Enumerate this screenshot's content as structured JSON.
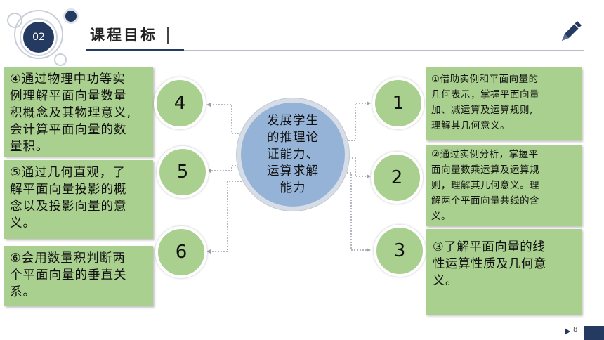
{
  "header": {
    "badge": "02",
    "title": "课程目标"
  },
  "center": {
    "lines": [
      "发展学生",
      "的推理论",
      "证能力、",
      "运算求解",
      "能力"
    ]
  },
  "left_items": [
    {
      "number": "4",
      "lines": [
        "④通过物理中功等实",
        "例理解平面向量数量",
        "积概念及其物理意义,",
        "会计算平面向量的数",
        "量积。"
      ]
    },
    {
      "number": "5",
      "lines": [
        "⑤通过几何直观，了",
        "解平面向量投影的概",
        "念以及投影向量的意",
        "义。"
      ]
    },
    {
      "number": "6",
      "lines": [
        "⑥会用数量积判断两",
        "个平面向量的垂直关",
        "系。"
      ]
    }
  ],
  "right_items": [
    {
      "number": "1",
      "lines": [
        "①借助实例和平面向量的",
        "几何表示，掌握平面向量",
        "加、减运算及运算规则,",
        "理解其几何意义。"
      ]
    },
    {
      "number": "2",
      "lines": [
        "②通过实例分析，掌握平",
        "面向量数乘运算及运算规",
        "则，理解其几何意义。理",
        "解两个平面向量共线的含",
        "义。"
      ]
    },
    {
      "number": "3",
      "lines": [
        "③了解平面向量的线",
        "性运算性质及几何意",
        "义。"
      ]
    }
  ],
  "footer": {
    "page_number": "8"
  },
  "colors": {
    "green": "#a9d08e",
    "center_blue": "#95b3d7",
    "navy": "#243a61"
  },
  "icons": {
    "header": "pencil-icon",
    "footer": "play-icon"
  }
}
